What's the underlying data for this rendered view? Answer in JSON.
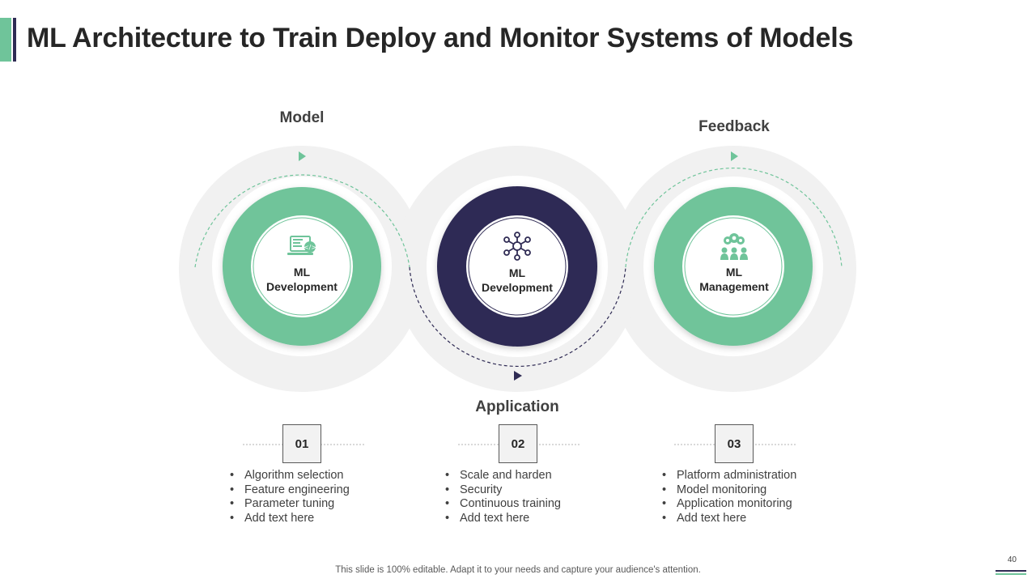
{
  "title": "ML Architecture to Train Deploy and Monitor Systems of Models",
  "colors": {
    "green": "#6fc49a",
    "navy": "#2f2b54",
    "halo": "#f1f1f1",
    "text": "#262626"
  },
  "stages": [
    {
      "label": "Model",
      "center_lines": [
        "ML",
        "Development"
      ],
      "icon": "laptop-code-icon",
      "ring_color": "#6fc49a",
      "number": "01",
      "bullets": [
        "Algorithm selection",
        "Feature engineering",
        "Parameter tuning",
        "Add text here"
      ]
    },
    {
      "label": "Application",
      "center_lines": [
        "ML",
        "Development"
      ],
      "icon": "network-hub-icon",
      "ring_color": "#2f2b54",
      "number": "02",
      "bullets": [
        "Scale and harden",
        "Security",
        "Continuous training",
        "Add text here"
      ]
    },
    {
      "label": "Feedback",
      "center_lines": [
        "ML",
        "Management"
      ],
      "icon": "team-gears-icon",
      "ring_color": "#6fc49a",
      "number": "03",
      "bullets": [
        "Platform administration",
        "Model monitoring",
        "Application monitoring",
        "Add text here"
      ]
    }
  ],
  "footer": "This slide is 100% editable. Adapt it to your needs and capture your audience's attention.",
  "page_number": "40"
}
